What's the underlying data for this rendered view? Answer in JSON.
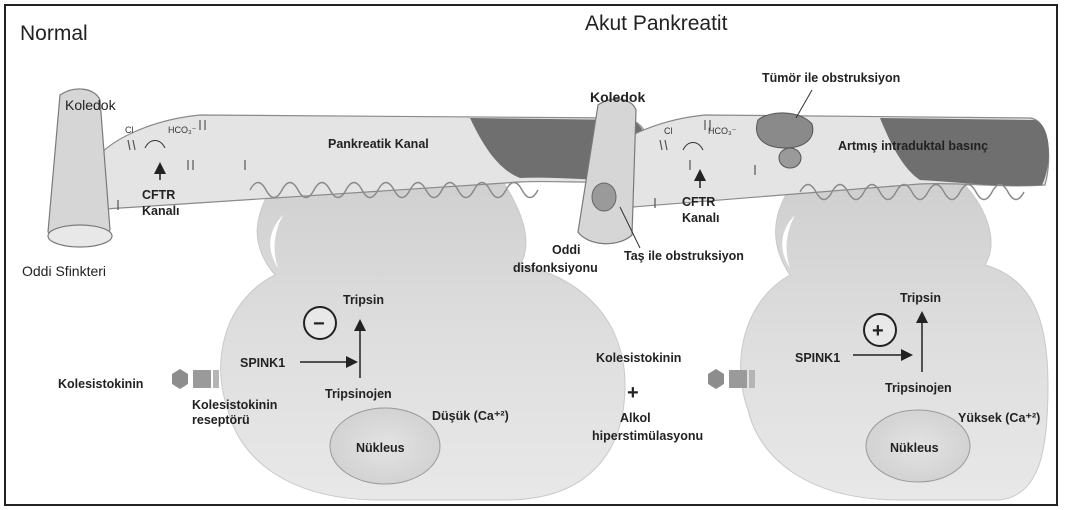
{
  "normal": {
    "title": "Normal",
    "koledok": "Koledok",
    "oddi_sfinkteri": "Oddi Sfinkteri",
    "cl_ion": "Cl",
    "hco3_ion": "HCO₃⁻",
    "cftr_line1": "CFTR",
    "cftr_line2": "Kanalı",
    "pankreatik_kanal": "Pankreatik Kanal",
    "tripsin": "Tripsin",
    "inhibition_symbol": "−",
    "spink1": "SPINK1",
    "tripsinojen": "Tripsinojen",
    "kolesistokinin": "Kolesistokinin",
    "reseptor_line1": "Kolesistokinin",
    "reseptor_line2": "reseptörü",
    "calcium": "Düşük (Ca⁺²)",
    "nukleus": "Nükleus"
  },
  "acute": {
    "title": "Akut Pankreatit",
    "koledok": "Koledok",
    "tumor": "Tümör ile obstruksiyon",
    "artmis_basinc": "Artmış intraduktal basınç",
    "cl_ion": "Cl",
    "hco3_ion": "HCO₃⁻",
    "cftr_line1": "CFTR",
    "cftr_line2": "Kanalı",
    "oddi_line1": "Oddi",
    "oddi_line2": "disfonksiyonu",
    "tas": "Taş ile obstruksiyon",
    "tripsin": "Tripsin",
    "activation_symbol": "+",
    "spink1": "SPINK1",
    "tripsinojen": "Tripsinojen",
    "kolesistokinin": "Kolesistokinin",
    "plus": "+",
    "alkol_line1": "Alkol",
    "alkol_line2": "hiperstimülasyonu",
    "calcium": "Yüksek (Ca⁺²)",
    "nukleus": "Nükleus"
  },
  "colors": {
    "cell_fill": "#d9d9d9",
    "duct_fill": "#e4e4e4",
    "dark_gray": "#6f6f6f",
    "outline": "#7a7a7a"
  }
}
